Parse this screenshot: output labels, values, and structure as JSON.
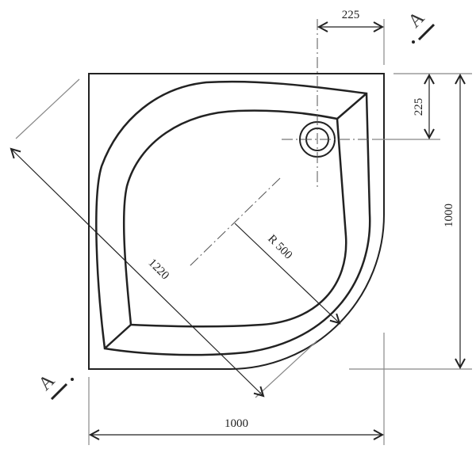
{
  "drawing": {
    "type": "quadrant shower tray technical drawing",
    "dimensions": {
      "top_offset": "225",
      "right_offset": "225",
      "height": "1000",
      "width": "1000",
      "diagonal": "1220",
      "radius": "R 500"
    },
    "section_markers": {
      "top": "A",
      "bottom": "A"
    },
    "colors": {
      "outline": "#222222",
      "dimension_line": "#888888"
    }
  }
}
